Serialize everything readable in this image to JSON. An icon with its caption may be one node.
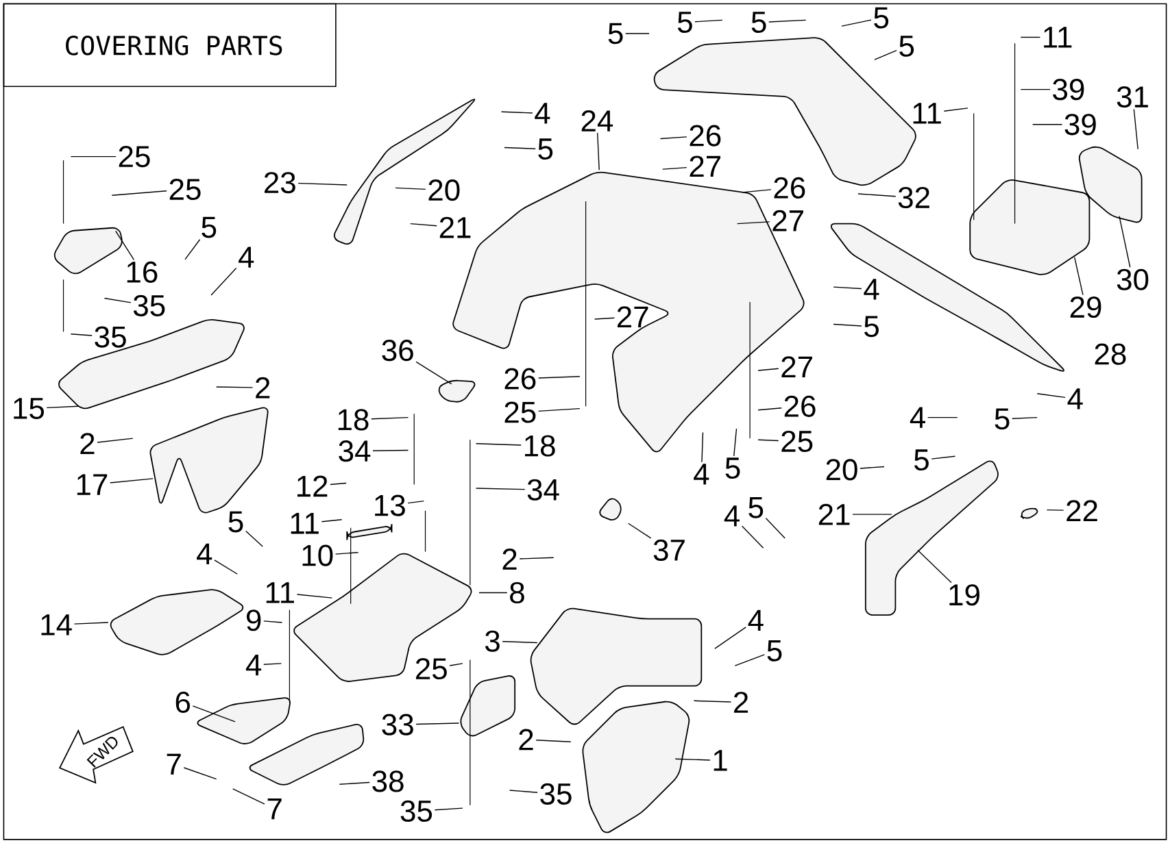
{
  "diagram": {
    "title": "COVERING PARTS",
    "nodes": [
      {
        "text": [
          "5"
        ]
      },
      {
        "text": [
          "5"
        ]
      },
      {
        "text": [
          "5"
        ]
      },
      {
        "text": [
          "5"
        ]
      },
      {
        "text": [
          "5"
        ]
      },
      {
        "text": [
          "11"
        ]
      },
      {
        "text": [
          "39"
        ]
      },
      {
        "text": [
          "39"
        ]
      },
      {
        "text": [
          "31"
        ]
      },
      {
        "text": [
          "11"
        ]
      },
      {
        "text": [
          "32"
        ]
      },
      {
        "text": [
          "4"
        ]
      },
      {
        "text": [
          "5"
        ]
      },
      {
        "text": [
          "24"
        ]
      },
      {
        "text": [
          "26"
        ]
      },
      {
        "text": [
          "27"
        ]
      },
      {
        "text": [
          "26"
        ]
      },
      {
        "text": [
          "27"
        ]
      },
      {
        "text": [
          "23"
        ]
      },
      {
        "text": [
          "20"
        ]
      },
      {
        "text": [
          "21"
        ]
      },
      {
        "text": [
          "25"
        ]
      },
      {
        "text": [
          "25"
        ]
      },
      {
        "text": [
          "5"
        ]
      },
      {
        "text": [
          "4"
        ]
      },
      {
        "text": [
          "16"
        ]
      },
      {
        "text": [
          "35"
        ]
      },
      {
        "text": [
          "35"
        ]
      },
      {
        "text": [
          "15"
        ]
      },
      {
        "text": [
          "2"
        ]
      },
      {
        "text": [
          "2"
        ]
      },
      {
        "text": [
          "17"
        ]
      },
      {
        "text": [
          "27"
        ]
      },
      {
        "text": [
          "36"
        ]
      },
      {
        "text": [
          "26"
        ]
      },
      {
        "text": [
          "25"
        ]
      },
      {
        "text": [
          "18"
        ]
      },
      {
        "text": [
          "34"
        ]
      },
      {
        "text": [
          "18"
        ]
      },
      {
        "text": [
          "34"
        ]
      },
      {
        "text": [
          "12"
        ]
      },
      {
        "text": [
          "11"
        ]
      },
      {
        "text": [
          "13"
        ]
      },
      {
        "text": [
          "10"
        ]
      },
      {
        "text": [
          "5"
        ]
      },
      {
        "text": [
          "4"
        ]
      },
      {
        "text": [
          "11"
        ]
      },
      {
        "text": [
          "14"
        ]
      },
      {
        "text": [
          "9"
        ]
      },
      {
        "text": [
          "4"
        ]
      },
      {
        "text": [
          "8"
        ]
      },
      {
        "text": [
          "2"
        ]
      },
      {
        "text": [
          "37"
        ]
      },
      {
        "text": [
          "3"
        ]
      },
      {
        "text": [
          "25"
        ]
      },
      {
        "text": [
          "6"
        ]
      },
      {
        "text": [
          "33"
        ]
      },
      {
        "text": [
          "7"
        ]
      },
      {
        "text": [
          "7"
        ]
      },
      {
        "text": [
          "38"
        ]
      },
      {
        "text": [
          "35"
        ]
      },
      {
        "text": [
          "35"
        ]
      },
      {
        "text": [
          "2"
        ]
      },
      {
        "text": [
          "2"
        ]
      },
      {
        "text": [
          "1"
        ]
      },
      {
        "text": [
          "4"
        ]
      },
      {
        "text": [
          "5"
        ]
      },
      {
        "text": [
          "4"
        ]
      },
      {
        "text": [
          "5"
        ]
      },
      {
        "text": [
          "27"
        ]
      },
      {
        "text": [
          "26"
        ]
      },
      {
        "text": [
          "25"
        ]
      },
      {
        "text": [
          "4"
        ]
      },
      {
        "text": [
          "5"
        ]
      },
      {
        "text": [
          "4"
        ]
      },
      {
        "text": [
          "5"
        ]
      },
      {
        "text": [
          "29"
        ]
      },
      {
        "text": [
          "30"
        ]
      },
      {
        "text": [
          "4"
        ]
      },
      {
        "text": [
          "4"
        ]
      },
      {
        "text": [
          "5"
        ]
      },
      {
        "text": [
          "20"
        ]
      },
      {
        "text": [
          "5"
        ]
      },
      {
        "text": [
          "21"
        ]
      },
      {
        "text": [
          "22"
        ]
      },
      {
        "text": [
          "19"
        ]
      }
    ],
    "edges": [
      {
        "from": 0,
        "to": null,
        "arrow": "none"
      },
      {
        "from": 1,
        "to": null,
        "arrow": "none"
      },
      {
        "from": 2,
        "to": null,
        "arrow": "none"
      },
      {
        "from": 3,
        "to": null,
        "arrow": "none"
      },
      {
        "from": 4,
        "to": null,
        "arrow": "none"
      },
      {
        "from": 5,
        "to": null,
        "arrow": "none"
      },
      {
        "from": 6,
        "to": null,
        "arrow": "none"
      },
      {
        "from": 7,
        "to": null,
        "arrow": "none"
      },
      {
        "from": 8,
        "to": null,
        "arrow": "none"
      },
      {
        "from": 9,
        "to": null,
        "arrow": "none"
      },
      {
        "from": 10,
        "to": null,
        "arrow": "none"
      },
      {
        "from": 11,
        "to": null,
        "arrow": "none"
      },
      {
        "from": 12,
        "to": null,
        "arrow": "none"
      },
      {
        "from": 13,
        "to": null,
        "arrow": "none"
      },
      {
        "from": 14,
        "to": null,
        "arrow": "none"
      },
      {
        "from": 15,
        "to": null,
        "arrow": "none"
      },
      {
        "from": 16,
        "to": null,
        "arrow": "none"
      },
      {
        "from": 17,
        "to": null,
        "arrow": "none"
      },
      {
        "from": 18,
        "to": null,
        "arrow": "none"
      },
      {
        "from": 19,
        "to": null,
        "arrow": "none"
      },
      {
        "from": 20,
        "to": null,
        "arrow": "none"
      },
      {
        "from": 21,
        "to": null,
        "arrow": "none"
      },
      {
        "from": 22,
        "to": null,
        "arrow": "none"
      },
      {
        "from": 23,
        "to": null,
        "arrow": "none"
      },
      {
        "from": 24,
        "to": null,
        "arrow": "none"
      },
      {
        "from": 25,
        "to": null,
        "arrow": "none"
      },
      {
        "from": 26,
        "to": null,
        "arrow": "none"
      },
      {
        "from": 27,
        "to": null,
        "arrow": "none"
      },
      {
        "from": 28,
        "to": null,
        "arrow": "none"
      },
      {
        "from": 29,
        "to": null,
        "arrow": "none"
      },
      {
        "from": 30,
        "to": null,
        "arrow": "none"
      },
      {
        "from": 31,
        "to": null,
        "arrow": "none"
      },
      {
        "from": 32,
        "to": null,
        "arrow": "none"
      },
      {
        "from": 33,
        "to": null,
        "arrow": "none"
      },
      {
        "from": 34,
        "to": null,
        "arrow": "none"
      },
      {
        "from": 35,
        "to": null,
        "arrow": "none"
      },
      {
        "from": 36,
        "to": null,
        "arrow": "none"
      },
      {
        "from": 37,
        "to": null,
        "arrow": "none"
      },
      {
        "from": 38,
        "to": null,
        "arrow": "none"
      },
      {
        "from": 39,
        "to": null,
        "arrow": "none"
      },
      {
        "from": 40,
        "to": null,
        "arrow": "none"
      },
      {
        "from": 41,
        "to": null,
        "arrow": "none"
      },
      {
        "from": 42,
        "to": null,
        "arrow": "none"
      },
      {
        "from": 43,
        "to": null,
        "arrow": "none"
      },
      {
        "from": 44,
        "to": null,
        "arrow": "none"
      },
      {
        "from": 45,
        "to": null,
        "arrow": "none"
      },
      {
        "from": 46,
        "to": null,
        "arrow": "none"
      },
      {
        "from": 47,
        "to": null,
        "arrow": "none"
      },
      {
        "from": 48,
        "to": null,
        "arrow": "none"
      },
      {
        "from": 49,
        "to": null,
        "arrow": "none"
      },
      {
        "from": 50,
        "to": null,
        "arrow": "none"
      },
      {
        "from": 51,
        "to": null,
        "arrow": "none"
      },
      {
        "from": 52,
        "to": null,
        "arrow": "none"
      },
      {
        "from": 53,
        "to": null,
        "arrow": "none"
      },
      {
        "from": 54,
        "to": null,
        "arrow": "none"
      },
      {
        "from": 55,
        "to": null,
        "arrow": "none"
      },
      {
        "from": 56,
        "to": null,
        "arrow": "none"
      },
      {
        "from": 57,
        "to": null,
        "arrow": "none"
      },
      {
        "from": 58,
        "to": null,
        "arrow": "none"
      },
      {
        "from": 59,
        "to": null,
        "arrow": "none"
      },
      {
        "from": 60,
        "to": null,
        "arrow": "none"
      },
      {
        "from": 61,
        "to": null,
        "arrow": "none"
      },
      {
        "from": 62,
        "to": null,
        "arrow": "none"
      },
      {
        "from": 63,
        "to": null,
        "arrow": "none"
      },
      {
        "from": 64,
        "to": null,
        "arrow": "none"
      },
      {
        "from": 65,
        "to": null,
        "arrow": "none"
      },
      {
        "from": 66,
        "to": null,
        "arrow": "none"
      },
      {
        "from": 67,
        "to": null,
        "arrow": "none"
      },
      {
        "from": 68,
        "to": null,
        "arrow": "none"
      },
      {
        "from": 69,
        "to": null,
        "arrow": "none"
      },
      {
        "from": 70,
        "to": null,
        "arrow": "none"
      },
      {
        "from": 71,
        "to": null,
        "arrow": "none"
      },
      {
        "from": 72,
        "to": null,
        "arrow": "none"
      },
      {
        "from": 73,
        "to": null,
        "arrow": "none"
      },
      {
        "from": 74,
        "to": null,
        "arrow": "none"
      },
      {
        "from": 75,
        "to": null,
        "arrow": "none"
      },
      {
        "from": 76,
        "to": null,
        "arrow": "none"
      },
      {
        "from": 77,
        "to": null,
        "arrow": "none"
      },
      {
        "from": 78,
        "to": null,
        "arrow": "none"
      },
      {
        "from": 79,
        "to": null,
        "arrow": "none"
      },
      {
        "from": 80,
        "to": null,
        "arrow": "none"
      },
      {
        "from": 81,
        "to": null,
        "arrow": "none"
      },
      {
        "from": 82,
        "to": null,
        "arrow": "none"
      },
      {
        "from": 83,
        "to": null,
        "arrow": "none"
      },
      {
        "from": 84,
        "to": null,
        "arrow": "none"
      },
      {
        "from": 85,
        "to": null,
        "arrow": "none"
      }
    ],
    "labels": [
      "28",
      "FWD"
    ]
  }
}
